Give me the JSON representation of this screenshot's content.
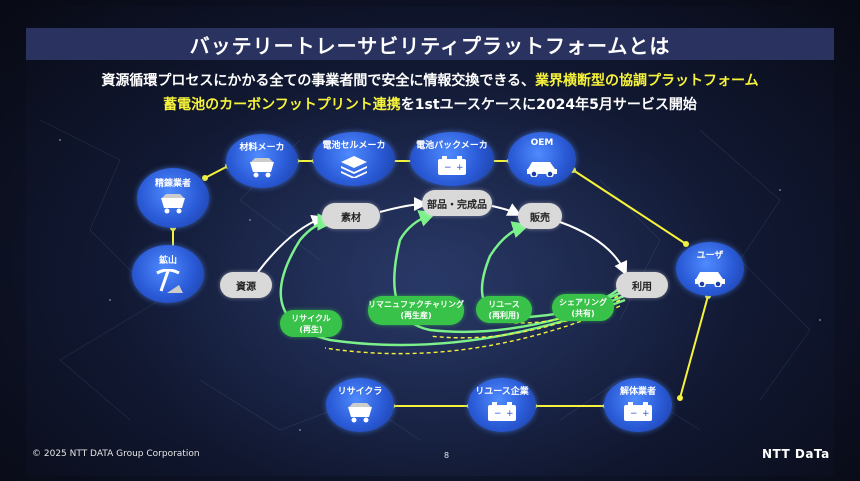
{
  "title": "バッテリートレーサビリティプラットフォームとは",
  "subtitle1_a": "資源循環プロセスにかかる全ての事業者間で安全に情報交換できる、",
  "subtitle1_b": "業界横断型の協調プラットフォーム",
  "subtitle2_a": "蓄電池のカーボンフットプリント連携",
  "subtitle2_b": "を1stユースケースに2024年5月サービス開始",
  "nodes": {
    "smelter": "精錬業者",
    "mine": "鉱山",
    "material_maker": "材料メーカ",
    "cell_maker": "電池セルメーカ",
    "pack_maker": "電池パックメーカ",
    "oem": "OEM",
    "user": "ユーザ",
    "recycler": "リサイクラ",
    "reuse_company": "リユース企業",
    "dismantler": "解体業者"
  },
  "stages": {
    "material": "素材",
    "parts": "部品・完成品",
    "sales": "販売",
    "resource": "資源",
    "use": "利用"
  },
  "loops": {
    "recycle_main": "リサイクル",
    "recycle_sub": "(再生)",
    "remanufacturing_main": "リマニュファクチャリング",
    "remanufacturing_sub": "(再生産)",
    "reuse_main": "リユース",
    "reuse_sub": "(再利用)",
    "sharing_main": "シェアリング",
    "sharing_sub": "(共有)"
  },
  "colors": {
    "node_blue": "#2a5ad6",
    "loop_green": "#39c24a",
    "connector_yellow": "#f6f33a",
    "highlight_yellow": "#f6f33a"
  },
  "footer": {
    "copyright": "© 2025 NTT DATA Group Corporation",
    "page": "8",
    "brand": "NTT DaTa"
  }
}
